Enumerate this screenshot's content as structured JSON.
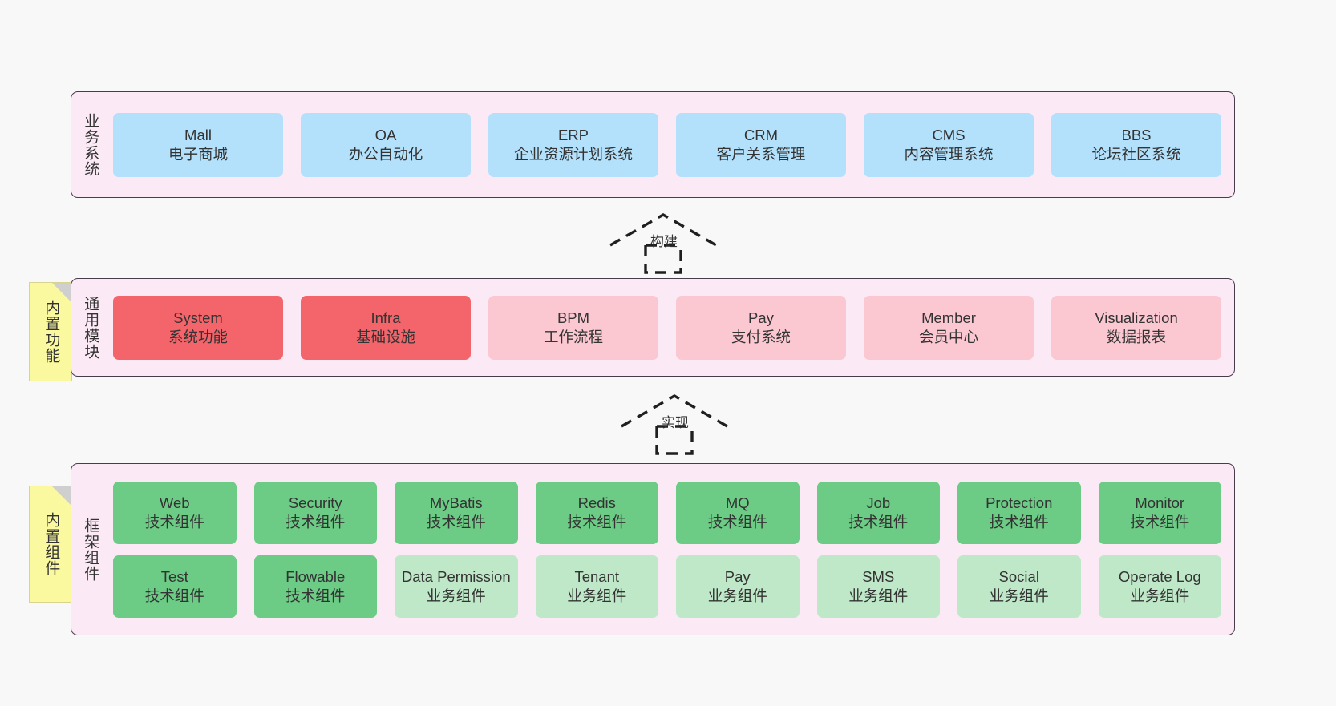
{
  "diagram": {
    "title": "",
    "background": "#f8f8f8",
    "colors": {
      "container_border": "#4a3b4f",
      "container_fill": "#fbeaf5",
      "business": "#b3e0fb",
      "module_active": "#f4656b",
      "module_plain": "#fbc8d1",
      "tech_component": "#6ccb84",
      "biz_component": "#bfe8c8",
      "note": "#fbf9a0"
    }
  },
  "layers": [
    {
      "id": "business-system",
      "title": "业务系统",
      "rows": [
        [
          {
            "name": "Mall",
            "desc": "电子商城",
            "style": "c-blue"
          },
          {
            "name": "OA",
            "desc": "办公自动化",
            "style": "c-blue"
          },
          {
            "name": "ERP",
            "desc": "企业资源计划系统",
            "style": "c-blue"
          },
          {
            "name": "CRM",
            "desc": "客户关系管理",
            "style": "c-blue"
          },
          {
            "name": "CMS",
            "desc": "内容管理系统",
            "style": "c-blue"
          },
          {
            "name": "BBS",
            "desc": "论坛社区系统",
            "style": "c-blue"
          }
        ]
      ]
    },
    {
      "id": "common-module",
      "title": "通用模块",
      "note": "内置功能",
      "rows": [
        [
          {
            "name": "System",
            "desc": "系统功能",
            "style": "c-red"
          },
          {
            "name": "Infra",
            "desc": "基础设施",
            "style": "c-red"
          },
          {
            "name": "BPM",
            "desc": "工作流程",
            "style": "c-pink"
          },
          {
            "name": "Pay",
            "desc": "支付系统",
            "style": "c-pink"
          },
          {
            "name": "Member",
            "desc": "会员中心",
            "style": "c-pink"
          },
          {
            "name": "Visualization",
            "desc": "数据报表",
            "style": "c-pink"
          }
        ]
      ]
    },
    {
      "id": "framework-component",
      "title": "框架组件",
      "note": "内置组件",
      "rows": [
        [
          {
            "name": "Web",
            "desc": "技术组件",
            "style": "c-green"
          },
          {
            "name": "Security",
            "desc": "技术组件",
            "style": "c-green"
          },
          {
            "name": "MyBatis",
            "desc": "技术组件",
            "style": "c-green"
          },
          {
            "name": "Redis",
            "desc": "技术组件",
            "style": "c-green"
          },
          {
            "name": "MQ",
            "desc": "技术组件",
            "style": "c-green"
          },
          {
            "name": "Job",
            "desc": "技术组件",
            "style": "c-green"
          },
          {
            "name": "Protection",
            "desc": "技术组件",
            "style": "c-green"
          },
          {
            "name": "Monitor",
            "desc": "技术组件",
            "style": "c-green"
          }
        ],
        [
          {
            "name": "Test",
            "desc": "技术组件",
            "style": "c-green"
          },
          {
            "name": "Flowable",
            "desc": "技术组件",
            "style": "c-green"
          },
          {
            "name": "Data Permission",
            "desc": "业务组件",
            "style": "c-greenlight"
          },
          {
            "name": "Tenant",
            "desc": "业务组件",
            "style": "c-greenlight"
          },
          {
            "name": "Pay",
            "desc": "业务组件",
            "style": "c-greenlight"
          },
          {
            "name": "SMS",
            "desc": "业务组件",
            "style": "c-greenlight"
          },
          {
            "name": "Social",
            "desc": "业务组件",
            "style": "c-greenlight"
          },
          {
            "name": "Operate Log",
            "desc": "业务组件",
            "style": "c-greenlight"
          }
        ]
      ]
    }
  ],
  "connectors": [
    {
      "id": "build",
      "label": "构建"
    },
    {
      "id": "implement",
      "label": "实现"
    }
  ]
}
